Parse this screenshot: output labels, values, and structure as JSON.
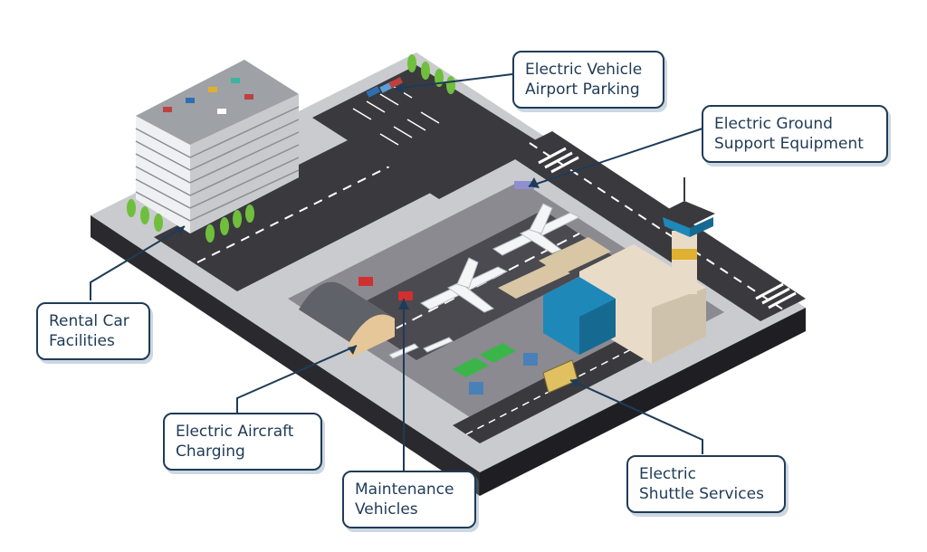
{
  "colors": {
    "outline": "#1f3b57",
    "road": "#3a3a3e",
    "apron": "#8a8a90",
    "base": "#2a2a2e",
    "grass": "#3bb54a",
    "tree": "#6fbf3c",
    "glass": "#1e88b8"
  },
  "callouts": [
    {
      "id": "ev-parking",
      "lines": [
        "Electric Vehicle",
        "Airport Parking"
      ]
    },
    {
      "id": "ground-support",
      "lines": [
        "Electric Ground",
        "Support Equipment"
      ]
    },
    {
      "id": "rental-car",
      "lines": [
        "Rental Car",
        "Facilities"
      ]
    },
    {
      "id": "aircraft-charging",
      "lines": [
        "Electric Aircraft",
        "Charging"
      ]
    },
    {
      "id": "maintenance",
      "lines": [
        "Maintenance",
        "Vehicles"
      ]
    },
    {
      "id": "shuttle",
      "lines": [
        "Electric",
        "Shuttle Services"
      ]
    }
  ]
}
